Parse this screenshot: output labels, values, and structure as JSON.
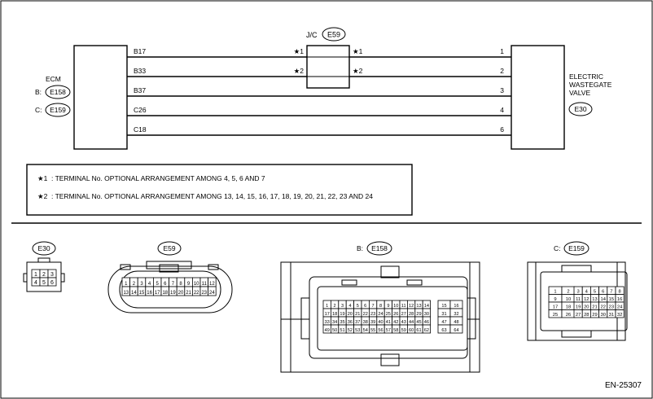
{
  "ecm": {
    "title": "ECM",
    "b_prefix": "B:",
    "c_prefix": "C:",
    "b_connector": "E158",
    "c_connector": "E159"
  },
  "valve": {
    "line1": "ELECTRIC",
    "line2": "WASTEGATE",
    "line3": "VALVE",
    "connector": "E30"
  },
  "jc": {
    "label": "J/C",
    "connector": "E59"
  },
  "wires": [
    {
      "ecm_pin": "B17",
      "valve_pin": "1",
      "jc_left": "★1",
      "jc_right": "★1"
    },
    {
      "ecm_pin": "B33",
      "valve_pin": "2",
      "jc_left": "★2",
      "jc_right": "★2"
    },
    {
      "ecm_pin": "B37",
      "valve_pin": "3"
    },
    {
      "ecm_pin": "C26",
      "valve_pin": "4"
    },
    {
      "ecm_pin": "C18",
      "valve_pin": "6"
    }
  ],
  "notes": [
    {
      "mark": "★1",
      "text": ": TERMINAL No. OPTIONAL ARRANGEMENT AMONG 4, 5, 6 AND 7"
    },
    {
      "mark": "★2",
      "text": ": TERMINAL No. OPTIONAL ARRANGEMENT AMONG 13, 14, 15, 16, 17, 18, 19, 20, 21, 22, 23 AND 24"
    }
  ],
  "connectors": {
    "e30": {
      "label": "E30",
      "rows": [
        [
          "1",
          "2",
          "3"
        ],
        [
          "4",
          "5",
          "6"
        ]
      ]
    },
    "e59": {
      "label": "E59",
      "rows": [
        [
          "1",
          "2",
          "3",
          "4",
          "5",
          "6",
          "7",
          "8",
          "9",
          "10",
          "11",
          "12"
        ],
        [
          "13",
          "14",
          "15",
          "16",
          "17",
          "18",
          "19",
          "20",
          "21",
          "22",
          "23",
          "24"
        ]
      ]
    },
    "e158": {
      "prefix": "B:",
      "label": "E158",
      "main_rows": [
        [
          "1",
          "2",
          "3",
          "4",
          "5",
          "6",
          "7",
          "8",
          "9",
          "10",
          "11",
          "12",
          "13",
          "14"
        ],
        [
          "17",
          "18",
          "19",
          "20",
          "21",
          "22",
          "23",
          "24",
          "25",
          "26",
          "27",
          "28",
          "29",
          "30"
        ],
        [
          "33",
          "34",
          "35",
          "36",
          "37",
          "38",
          "39",
          "40",
          "41",
          "42",
          "43",
          "44",
          "45",
          "46"
        ],
        [
          "49",
          "50",
          "51",
          "52",
          "53",
          "54",
          "55",
          "56",
          "57",
          "58",
          "59",
          "60",
          "61",
          "62"
        ]
      ],
      "side_rows": [
        [
          "15",
          "16"
        ],
        [
          "31",
          "32"
        ],
        [
          "47",
          "48"
        ],
        [
          "63",
          "64"
        ]
      ]
    },
    "e159": {
      "prefix": "C:",
      "label": "E159",
      "left_rows": [
        [
          "1",
          "2"
        ],
        [
          "9",
          "10"
        ],
        [
          "17",
          "18"
        ],
        [
          "25",
          "26"
        ]
      ],
      "right_rows": [
        [
          "3",
          "4",
          "5",
          "6",
          "7",
          "8"
        ],
        [
          "11",
          "12",
          "13",
          "14",
          "15",
          "16"
        ],
        [
          "19",
          "20",
          "21",
          "22",
          "23",
          "24"
        ],
        [
          "27",
          "28",
          "29",
          "30",
          "31",
          "32"
        ]
      ]
    }
  },
  "figure_id": "EN-25307"
}
